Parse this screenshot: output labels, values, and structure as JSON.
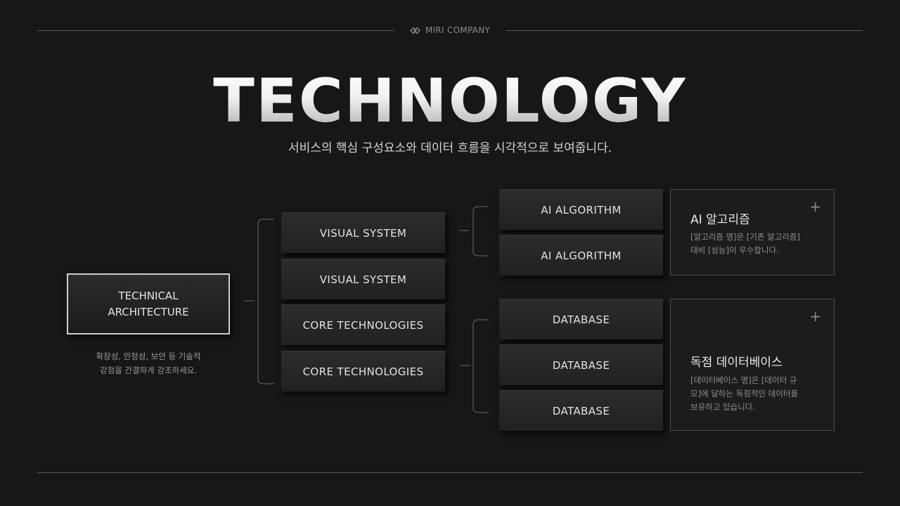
{
  "header": {
    "brand": "MIRI COMPANY",
    "title": "TECHNOLOGY",
    "subtitle": "서비스의 핵심 구성요소와 데이터 흐름을 시각적으로 보여줍니다."
  },
  "root": {
    "label_line1": "TECHNICAL",
    "label_line2": "ARCHITECTURE",
    "desc_line1": "확장성, 안정성, 보안 등 기술적",
    "desc_line2": "강점을 간결하게 강조하세요."
  },
  "middle": [
    {
      "label": "VISUAL SYSTEM"
    },
    {
      "label": "VISUAL SYSTEM"
    },
    {
      "label": "CORE TECHNOLOGIES"
    },
    {
      "label": "CORE TECHNOLOGIES"
    }
  ],
  "right_top": [
    {
      "label": "AI ALGORITHM"
    },
    {
      "label": "AI ALGORITHM"
    }
  ],
  "right_bottom": [
    {
      "label": "DATABASE"
    },
    {
      "label": "DATABASE"
    },
    {
      "label": "DATABASE"
    }
  ],
  "cards": [
    {
      "title": "AI 알고리즘",
      "desc_line1": "[알고리즘 명]은 [기존 알고리즘]",
      "desc_line2": "대비 [성능]이 우수합니다."
    },
    {
      "title": "독점 데이터베이스",
      "desc_line1": "[데이터베이스 명]은 [데이터 규",
      "desc_line2": "모]에 달하는 독점적인 데이터를",
      "desc_line3": "보유하고 있습니다."
    }
  ],
  "colors": {
    "background": "#171717",
    "rule": "#5a5a5a",
    "box": "#262626",
    "root_border": "#cfcfcf"
  },
  "icons": [
    "plus-icon",
    "brand-logo-icon"
  ]
}
